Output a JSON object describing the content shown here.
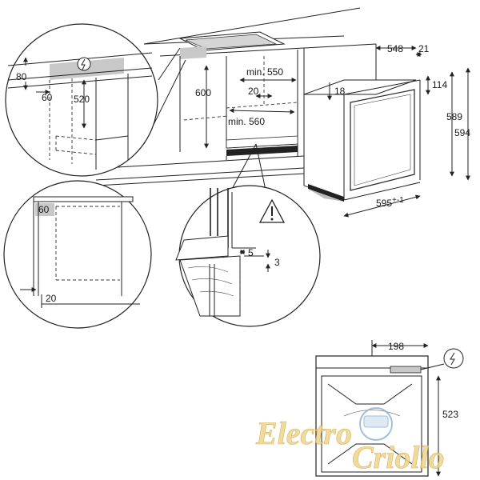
{
  "top_left_detail": {
    "dim_height": "80",
    "dim_offset": "60",
    "dim_depth": "520"
  },
  "cabinet": {
    "dim_height": "600",
    "dim_min_width": "min. 550",
    "dim_gap": "20",
    "dim_min_depth": "min. 560"
  },
  "oven_side": {
    "dim_depth": "548",
    "dim_door": "21",
    "dim_top": "18",
    "dim_panel": "114",
    "dim_h1": "589",
    "dim_h2": "594",
    "dim_width": "595",
    "dim_width_tol": "+-1"
  },
  "mid_left_detail": {
    "dim_top": "60",
    "dim_bottom": "20"
  },
  "mid_center_detail": {
    "dim_gap": "5",
    "dim_clearance": "3"
  },
  "oven_back": {
    "dim_width": "198",
    "dim_height": "523"
  },
  "watermark": {
    "word1": "Electro",
    "word2": "Criollo"
  },
  "colors": {
    "line": "#222222",
    "grey_fill": "#c8c8c8",
    "watermark": "#f0d48a"
  }
}
